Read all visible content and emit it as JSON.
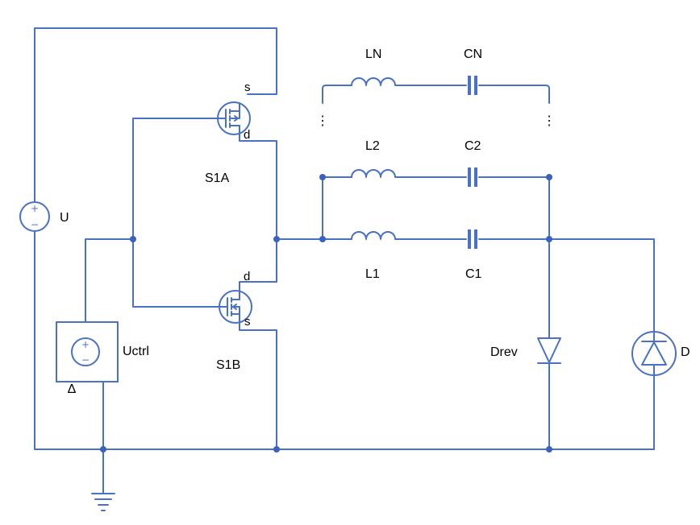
{
  "components": {
    "U": "U",
    "Uctrl": "Uctrl",
    "S1A": "S1A",
    "S1B": "S1B",
    "LN": "LN",
    "CN": "CN",
    "L2": "L2",
    "C2": "C2",
    "L1": "L1",
    "C1": "C1",
    "Drev": "Drev",
    "D": "D"
  },
  "pins": {
    "s1a_source": "s",
    "s1a_drain": "d",
    "s1b_drain": "d",
    "s1b_source": "s"
  },
  "symbols": {
    "plus": "+",
    "minus": "−",
    "delta": "Δ",
    "ellipsis": "⋮"
  },
  "colors": {
    "wire": "#4a72c4",
    "junction": "#3b62bf",
    "background": "#ffffff"
  }
}
